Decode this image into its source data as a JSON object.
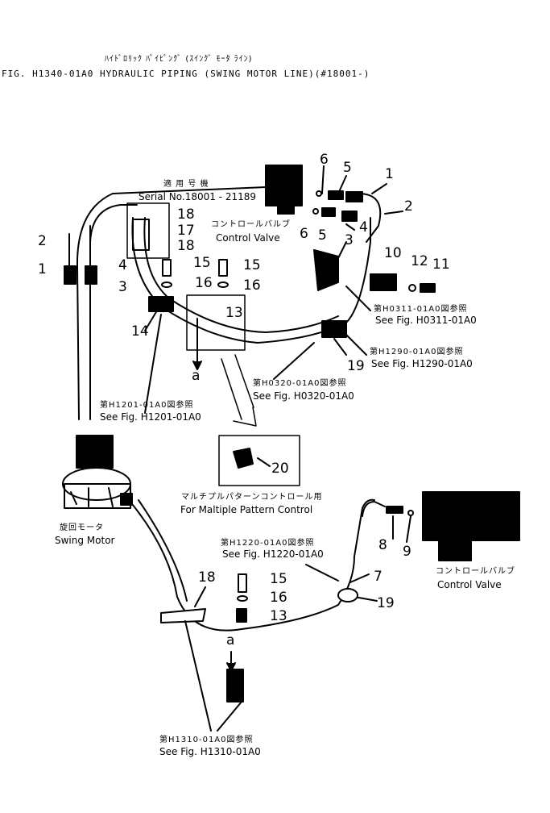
{
  "header": {
    "japanese_title": "ﾊｲﾄﾞﾛﾘｯｸ ﾊﾟｲﾋﾟﾝｸﾞ  (ｽｲﾝｸﾞ ﾓｰﾀ ﾗｲﾝ)",
    "fig_title": "FIG. H1340-01A0   HYDRAULIC PIPING (SWING MOTOR LINE)(#18001-)"
  },
  "serial": {
    "jp": "適 用 号 機",
    "en": "Serial No.18001 - 21189"
  },
  "labels": {
    "control_valve_jp_top": "コントロールバルブ",
    "control_valve_top": "Control Valve",
    "control_valve_jp_bottom": "コントロールバルブ",
    "control_valve_bottom": "Control Valve",
    "swing_motor_jp": "旋回モータ",
    "swing_motor": "Swing Motor",
    "multiple_pattern_jp": "マルチプルパターンコントロール用",
    "multiple_pattern": "For Maltiple Pattern Control",
    "letter_a_top": "a",
    "letter_a_bottom": "a"
  },
  "references": [
    {
      "jp": "第H0311-01A0図参照",
      "en": "See Fig. H0311-01A0"
    },
    {
      "jp": "第H1290-01A0図参照",
      "en": "See Fig. H1290-01A0"
    },
    {
      "jp": "第H0320-01A0図参照",
      "en": "See Fig. H0320-01A0"
    },
    {
      "jp": "第H1201-01A0図参照",
      "en": "See Fig. H1201-01A0"
    },
    {
      "jp": "第H1220-01A0図参照",
      "en": "See Fig. H1220-01A0"
    },
    {
      "jp": "第H1310-01A0図参照",
      "en": "See Fig. H1310-01A0"
    }
  ],
  "part_numbers": {
    "p1": "1",
    "p2": "2",
    "p3": "3",
    "p4": "4",
    "p5": "5",
    "p6": "6",
    "p7": "7",
    "p8": "8",
    "p9": "9",
    "p10": "10",
    "p11": "11",
    "p12": "12",
    "p13": "13",
    "p14": "14",
    "p15": "15",
    "p16": "16",
    "p17": "17",
    "p18": "18",
    "p19": "19",
    "p20": "20"
  }
}
